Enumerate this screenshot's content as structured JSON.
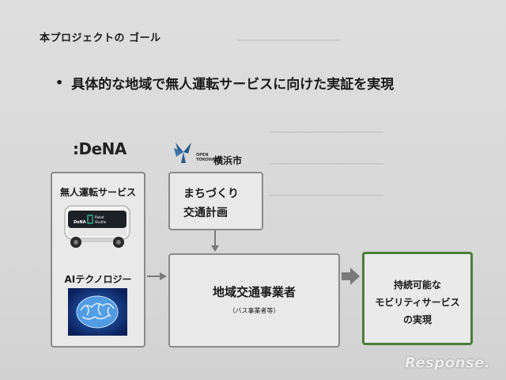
{
  "slide": {
    "title": "本プロジェクトの ゴール",
    "bullet": "具体的な地域で無人運転サービスに向けた実証を実現"
  },
  "logos": {
    "dena": ":DeNA",
    "yokohama_line1": "OPEN",
    "yokohama_line2": "YOKOHAMA",
    "yokohama_city": "横浜市"
  },
  "dena_box": {
    "service_label": "無人運転サービス",
    "bus_label_1": "DeNA",
    "bus_label_2": "Robot",
    "bus_label_3": "Shuttle",
    "ai_label": "AIテクノロジー"
  },
  "machizukuri_box": {
    "line1": "まちづくり",
    "line2": "交通計画"
  },
  "operator_box": {
    "title": "地域交通事業者",
    "subtitle": "（バス事業者等）"
  },
  "goal_box": {
    "line1": "持続可能な",
    "line2": "モビリティサービス",
    "line3": "の実現"
  },
  "watermark": "Response.",
  "colors": {
    "goal_border": "#4c7d3d",
    "box_border": "#8a8a8a",
    "arrow": "#7a7a7a"
  }
}
